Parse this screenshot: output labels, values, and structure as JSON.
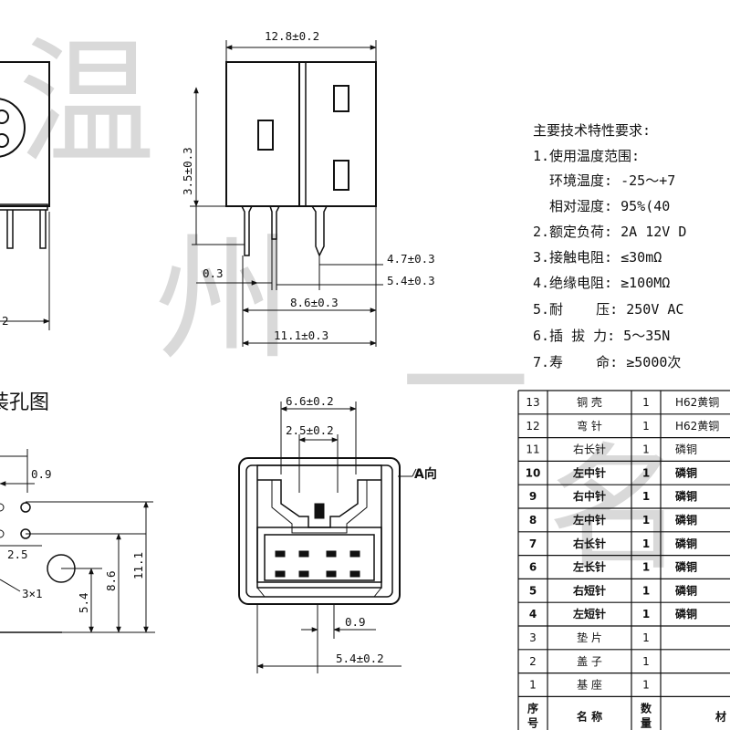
{
  "watermark": [
    "温",
    "州",
    "一",
    "名"
  ],
  "side_view": {
    "top_dim": "12.8±0.2",
    "height_dim": "3.5±0.3",
    "pin_offset": "0.3",
    "dim_a": "4.7±0.3",
    "dim_b": "5.4±0.3",
    "dim_c": "8.6±0.3",
    "dim_d": "11.1±0.3"
  },
  "left_view": {
    "partial_dim": "2"
  },
  "front_view": {
    "dim_top": "6.6±0.2",
    "dim_inner": "2.5±0.2",
    "a_label": "A向",
    "dim_bottom_small": "0.9",
    "dim_bottom": "5.4±0.2"
  },
  "hole_view": {
    "title_fragment": "装孔图",
    "dim_09": "0.9",
    "dim_25": "2.5",
    "dim_3x1": "3×1",
    "dim_54": "5.4",
    "dim_86": "8.6",
    "dim_111": "11.1"
  },
  "requirements": {
    "title": "主要技术特性要求:",
    "lines": [
      "1.使用温度范围:",
      "  环境温度: -25～+7",
      "  相对湿度: 95%(40",
      "2.额定负荷: 2A 12V D",
      "3.接触电阻: ≤30mΩ",
      "4.绝缘电阻: ≥100MΩ",
      "5.耐    压: 250V AC",
      "6.插 拔 力: 5～35N",
      "7.寿    命: ≥5000次"
    ]
  },
  "parts_table": {
    "rows": [
      {
        "no": "13",
        "name": "铜 壳",
        "qty": "1",
        "mat": "H62黄铜"
      },
      {
        "no": "12",
        "name": "弯 针",
        "qty": "1",
        "mat": "H62黄铜"
      },
      {
        "no": "11",
        "name": "右长针",
        "qty": "1",
        "mat": "磷铜"
      },
      {
        "no": "10",
        "name": "左中针",
        "qty": "1",
        "mat": "磷铜"
      },
      {
        "no": "9",
        "name": "右中针",
        "qty": "1",
        "mat": "磷铜"
      },
      {
        "no": "8",
        "name": "左中针",
        "qty": "1",
        "mat": "磷铜"
      },
      {
        "no": "7",
        "name": "右长针",
        "qty": "1",
        "mat": "磷铜"
      },
      {
        "no": "6",
        "name": "左长针",
        "qty": "1",
        "mat": "磷铜"
      },
      {
        "no": "5",
        "name": "右短针",
        "qty": "1",
        "mat": "磷铜"
      },
      {
        "no": "4",
        "name": "左短针",
        "qty": "1",
        "mat": "磷铜"
      },
      {
        "no": "3",
        "name": "垫 片",
        "qty": "1",
        "mat": ""
      },
      {
        "no": "2",
        "name": "盖 子",
        "qty": "1",
        "mat": ""
      },
      {
        "no": "1",
        "name": "基 座",
        "qty": "1",
        "mat": ""
      }
    ],
    "header": {
      "no": "序号",
      "name": "名 称",
      "qty": "数量",
      "mat": "材"
    }
  }
}
